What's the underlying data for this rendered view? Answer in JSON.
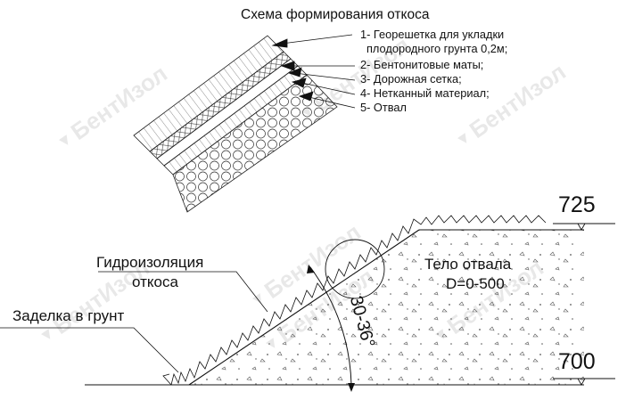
{
  "scheme": {
    "title": "Схема формирования откоса",
    "legend": [
      "1- Георешетка для укладки",
      "плодородного грунта 0,2м;",
      "2- Бентонитовые маты;",
      "3- Дорожная сетка;",
      "4- Нетканный материал;",
      "5- Отвал"
    ]
  },
  "section": {
    "label_waterproofing_1": "Гидроизоляция",
    "label_waterproofing_2": "откоса",
    "label_embedding": "Заделка в грунт",
    "label_body_1": "Тело отвала",
    "label_body_2": "D=0-500",
    "elevation_top": "725",
    "elevation_bottom": "700",
    "slope_angle": "30-36°"
  },
  "watermark": "БентИзол",
  "colors": {
    "line": "#111111",
    "watermark": "#b0b0b0"
  }
}
